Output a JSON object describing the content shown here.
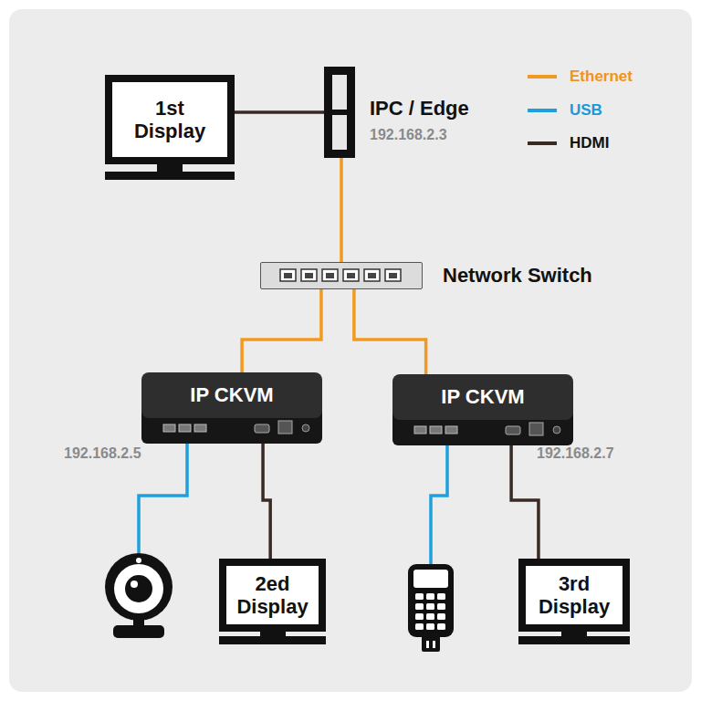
{
  "diagram": {
    "nodes": [
      {
        "text": [
          "1st Display"
        ]
      },
      {
        "text": [
          "IPC / Edge",
          "192.168.2.3"
        ]
      },
      {
        "text": [
          "Network Switch"
        ]
      },
      {
        "text": [
          "IP CKVM",
          "192.168.2.5"
        ]
      },
      {
        "text": [
          "IP CKVM",
          "192.168.2.7"
        ]
      },
      {
        "text": [
          "2ed Display"
        ]
      },
      {
        "text": [
          "3rd Display"
        ]
      }
    ],
    "edges": [
      {
        "from": 0,
        "to": 1,
        "arrow": "none"
      },
      {
        "from": 1,
        "to": 2,
        "arrow": "none"
      },
      {
        "from": 2,
        "to": 3,
        "arrow": "none"
      },
      {
        "from": 2,
        "to": 4,
        "arrow": "none"
      },
      {
        "from": 3,
        "to": 5,
        "arrow": "none"
      },
      {
        "from": 4,
        "to": 6,
        "arrow": "none"
      }
    ],
    "legend": [
      {
        "text": "Ethernet"
      },
      {
        "text": "USB"
      },
      {
        "text": "HDMI"
      }
    ]
  }
}
